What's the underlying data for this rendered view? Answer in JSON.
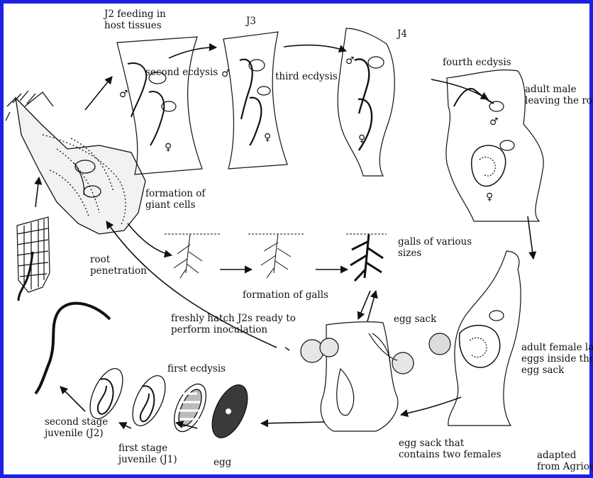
{
  "colors": {
    "frame": "#1f1fe6",
    "ink": "#111111",
    "egg_fill": "#3a3a3a"
  },
  "labels": {
    "j2_feeding": "J2 feeding in\nhost tissues",
    "j3": "J3",
    "j4": "J4",
    "second_ecdysis": "second ecdysis",
    "third_ecdysis": "third ecdysis",
    "fourth_ecdysis": "fourth ecdysis",
    "adult_male": "adult male\nleaving the root",
    "formation_giant_cells": "formation of\ngiant cells",
    "root_penetration": "root\npenetration",
    "formation_galls": "formation of galls",
    "galls_sizes": "galls of various\nsizes",
    "freshly_hatch": "freshly hatch J2s ready to\nperform inoculation",
    "egg_sack": "egg sack",
    "adult_female": "adult female laying\neggs inside the\negg sack",
    "first_ecdysis": "first ecdysis",
    "second_stage": "second stage\njuvenile (J2)",
    "first_stage": "first stage\njuvenile (J1)",
    "egg": "egg",
    "egg_sack_two": "egg sack that\ncontains two females",
    "adapted": "adapted\nfrom Agrios"
  },
  "symbols": {
    "male": "♂",
    "female": "♀"
  }
}
